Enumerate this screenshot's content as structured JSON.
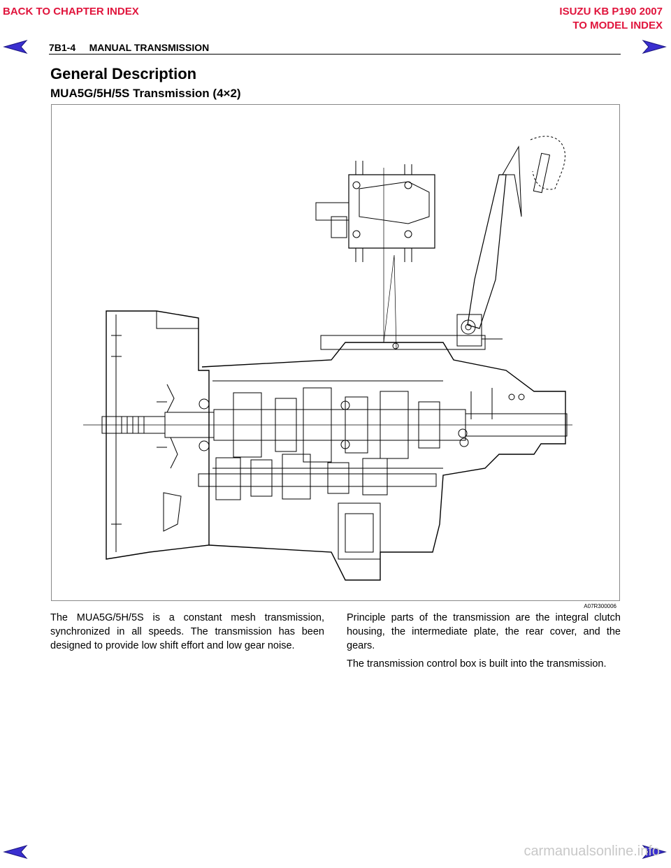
{
  "nav": {
    "back_label": "BACK TO CHAPTER INDEX",
    "model_title": "ISUZU KB P190 2007",
    "model_label": "TO MODEL INDEX"
  },
  "header": {
    "page_title": "7B1-4     MANUAL TRANSMISSION"
  },
  "section": {
    "title": "General Description",
    "subtitle": "MUA5G/5H/5S Transmission (4×2)"
  },
  "figure": {
    "code": "A07R300006"
  },
  "body": {
    "left_paragraph": "The MUA5G/5H/5S is a constant mesh transmission, synchronized in all speeds. The transmission has been designed to provide low shift effort and low gear noise.",
    "right_paragraph_1": "Principle parts of the transmission are the integral clutch housing, the intermediate plate, the rear cover, and the gears.",
    "right_paragraph_2": "The transmission control box is built into the transmission."
  },
  "watermark": "carmanualsonline.info",
  "colors": {
    "nav_link": "#e0143c",
    "arrow_fill": "#3a2fd0"
  }
}
